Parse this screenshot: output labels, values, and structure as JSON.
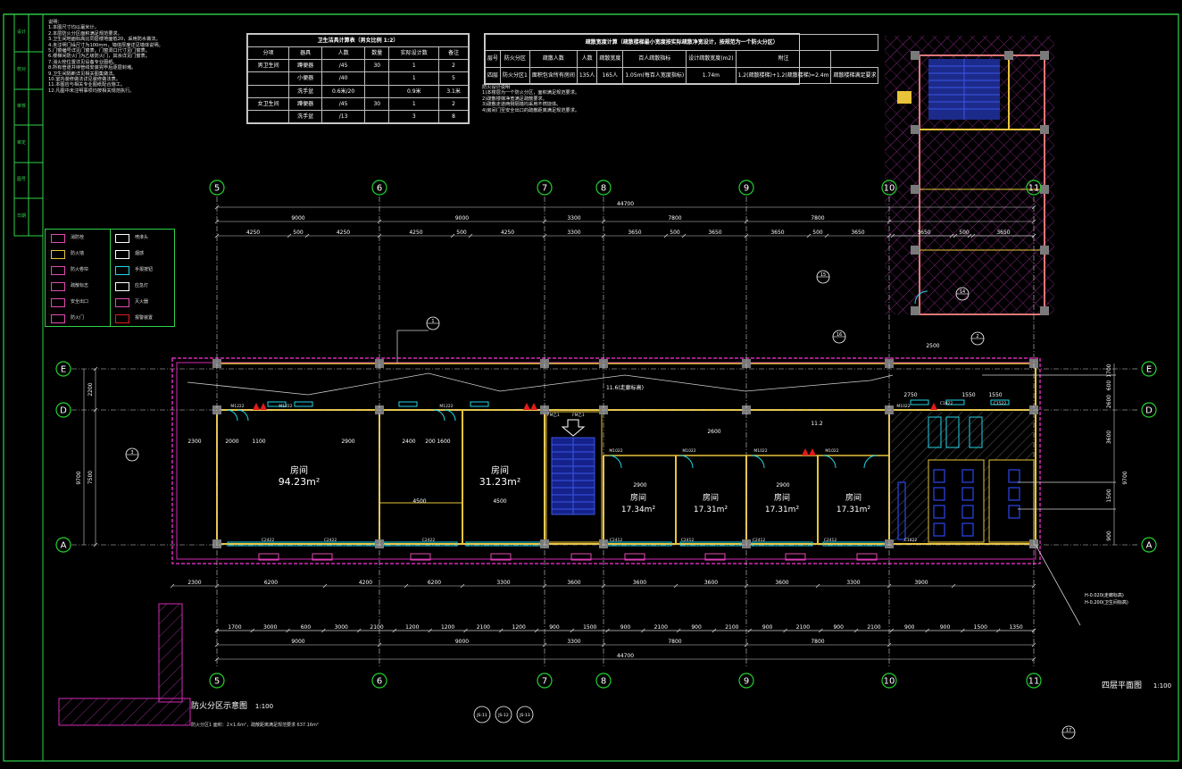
{
  "drawing": {
    "plan_title": "四层平面图",
    "plan_scale": "1:100",
    "fire_zone_title": "防火分区示意图",
    "fire_zone_scale": "1:100"
  },
  "axes": {
    "vertical": [
      "5",
      "6",
      "7",
      "8",
      "9",
      "10",
      "11"
    ],
    "horizontal": [
      "E",
      "D",
      "A"
    ]
  },
  "dims": {
    "total_top": "44700",
    "total_bottom": "44700",
    "row1": [
      "9000",
      "9000",
      "3300",
      "7800",
      "7800"
    ],
    "row2": [
      "4250",
      "500",
      "4250",
      "4250",
      "500",
      "4250",
      "3300",
      "3650",
      "500",
      "3650",
      "3650",
      "500",
      "3650"
    ],
    "row3_right": [
      "3650",
      "500",
      "3650"
    ],
    "bottom1": [
      "2300",
      "6200",
      "4200",
      "6200",
      "3300",
      "3600",
      "3600",
      "3600",
      "3600",
      "3300",
      "3900"
    ],
    "bottom2": [
      "1700",
      "3000",
      "600",
      "3000",
      "2100",
      "1200",
      "1200",
      "2100",
      "1200",
      "900",
      "1500",
      "900",
      "2100",
      "900",
      "2100",
      "900",
      "2100",
      "900",
      "2100",
      "900",
      "900",
      "1500",
      "1350"
    ],
    "bottom3": [
      "9000",
      "9000",
      "3300",
      "7800",
      "7800"
    ],
    "left": [
      "2200",
      "7500",
      "9700"
    ],
    "right": [
      "1700",
      "600",
      "2600",
      "3600",
      "1500",
      "900",
      "9700"
    ],
    "inner": [
      "2300",
      "2000",
      "1100",
      "2900",
      "2400",
      "200",
      "1600",
      "4500",
      "4500",
      "2750",
      "1550",
      "1550",
      "2900",
      "2900",
      "2600",
      "2500"
    ]
  },
  "rooms": [
    {
      "name": "房间",
      "area": "94.23m²"
    },
    {
      "name": "房间",
      "area": "31.23m²"
    },
    {
      "name": "房间",
      "area": "17.34m²"
    },
    {
      "name": "房间",
      "area": "17.31m²"
    },
    {
      "name": "房间",
      "area": "17.31m²"
    },
    {
      "name": "房间",
      "area": "17.31m²"
    }
  ],
  "labels": {
    "corridor": "11.6(走廊标高)",
    "elev": "11.2",
    "elev_note1": "H-0.020(走廊标高)",
    "elev_note2": "H-0.200(卫生间标高)",
    "doors": [
      "M1222",
      "M1222",
      "M1222",
      "M1022",
      "M1022",
      "M1022",
      "M1022",
      "M1022",
      "FM乙1",
      "FM乙1",
      "C2422",
      "C2422",
      "C2422",
      "C2412",
      "C2412",
      "C2412",
      "C2412",
      "C1822",
      "C1822",
      "C1522"
    ]
  },
  "table1": {
    "title": "卫生洁具计算表（男女比例 1:2）",
    "headers": [
      "分项",
      "器具",
      "人数",
      "数量",
      "实际设计数",
      "备注"
    ],
    "rows": [
      [
        "男卫生间",
        "蹲便器",
        "/45",
        "30",
        "1",
        "2"
      ],
      [
        "",
        "小便器",
        "/40",
        "",
        "1",
        "5"
      ],
      [
        "",
        "洗手盆",
        "0.6米/20",
        "",
        "0.9米",
        "3.1米"
      ],
      [
        "女卫生间",
        "蹲便器",
        "/45",
        "30",
        "1",
        "2"
      ],
      [
        "",
        "洗手盆",
        "/13",
        "",
        "3",
        "8"
      ]
    ]
  },
  "table2": {
    "title": "疏散宽度计算（疏散楼梯最小宽度按实际疏散净宽设计，按规范为一个防火分区）",
    "headers": [
      "层号",
      "防火分区",
      "疏散人数",
      "人数",
      "疏散宽度",
      "百人疏散指标",
      "设计疏散宽度(m2)",
      "附注"
    ],
    "row": [
      "四层",
      "防火分区1",
      "面积包含所有房间",
      "135人",
      "165人",
      "1.05m(每百人宽度指标)",
      "1.74m",
      "1.2(疏散楼梯)+1.2(疏散楼梯)=2.4m",
      "疏散楼梯满足要求"
    ]
  },
  "notes_text": "说明：\n1.本图尺寸均以毫米计。\n2.本层防火分区面积满足规范要求。\n3.卫生间地面标高比同层楼地面低20，采用防水做法。\n4.未注明门垛尺寸为100mm，墙体厚度详见墙体说明。\n5.门窗编号详见门窗表，门窗洞口尺寸见门窗表。\n6.楼梯间防火门为乙级防火门，其余详见门窗表。\n7.消火栓位置详见设备专业图纸。\n8.所有管道井待管线安装完毕后逐层封堵。\n9.卫生间隔断详见相关图集做法。\n10.室内装修做法详见装修做法表。\n11.本图应与相关专业图纸配合施工。\n12.凡图中未注明事项均按相关规范执行。",
  "fire_notes": "防火设计说明\n1)本楼层为一个防火分区，面积满足规范要求。\n2)疏散楼梯净宽满足疏散要求。\n3)疏散走道两侧隔墙均采用不燃烧体。\n4)房间门至安全出口的疏散距离满足规范要求。",
  "legend": [
    [
      "消防栓",
      "喷淋头"
    ],
    [
      "防火墙",
      "烟感"
    ],
    [
      "防火卷帘",
      "手报按钮"
    ],
    [
      "疏散标志",
      "应急灯"
    ],
    [
      "安全出口",
      "灭火器"
    ],
    [
      "防火门",
      "报警装置"
    ]
  ],
  "callouts": [
    "1",
    "2",
    "3",
    "14",
    "15",
    "16",
    "17"
  ],
  "fire_zone_area": "防火分区1  面积：2×1.6m²，疏散距离满足规范要求 637.16m²",
  "small_refs": [
    "JS-11",
    "JS-12",
    "JS-13"
  ],
  "side_tabs": [
    "设计",
    "校对",
    "审核",
    "审定",
    "图号",
    "日期"
  ],
  "colors": {
    "axis_circle": "#23d12f",
    "wall": "#d52ab6",
    "dim": "#ffffff",
    "grid": "#cfcfcf",
    "yellow": "#e8c43a",
    "cyan": "#22d4e6",
    "red": "#e01b1b",
    "blue": "#2840d9",
    "pink": "#e34ab2"
  }
}
